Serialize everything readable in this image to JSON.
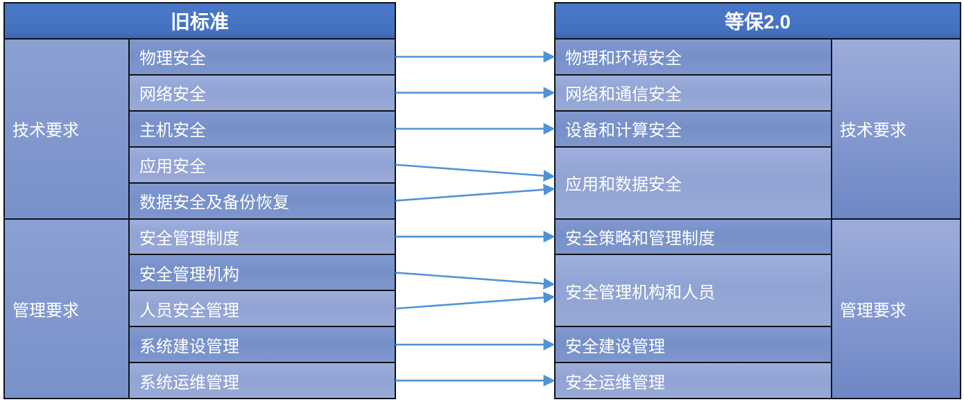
{
  "left_table": {
    "title": "旧标准",
    "groups": [
      {
        "label": "技术要求",
        "items": [
          {
            "label": "物理安全",
            "span": 1
          },
          {
            "label": "网络安全",
            "span": 1
          },
          {
            "label": "主机安全",
            "span": 1
          },
          {
            "label": "应用安全",
            "span": 1
          },
          {
            "label": "数据安全及备份恢复",
            "span": 1
          }
        ]
      },
      {
        "label": "管理要求",
        "items": [
          {
            "label": "安全管理制度",
            "span": 1
          },
          {
            "label": "安全管理机构",
            "span": 1
          },
          {
            "label": "人员安全管理",
            "span": 1
          },
          {
            "label": "系统建设管理",
            "span": 1
          },
          {
            "label": "系统运维管理",
            "span": 1
          }
        ]
      }
    ]
  },
  "right_table": {
    "title": "等保2.0",
    "groups": [
      {
        "label": "技术要求",
        "items": [
          {
            "label": "物理和环境安全",
            "span": 1
          },
          {
            "label": "网络和通信安全",
            "span": 1
          },
          {
            "label": "设备和计算安全",
            "span": 1
          },
          {
            "label": "应用和数据安全",
            "span": 2
          }
        ]
      },
      {
        "label": "管理要求",
        "items": [
          {
            "label": "安全策略和管理制度",
            "span": 1
          },
          {
            "label": "安全管理机构和人员",
            "span": 2
          },
          {
            "label": "安全建设管理",
            "span": 1
          },
          {
            "label": "安全运维管理",
            "span": 1
          }
        ]
      }
    ]
  },
  "mappings": [
    {
      "from": "物理安全",
      "to": "物理和环境安全"
    },
    {
      "from": "网络安全",
      "to": "网络和通信安全"
    },
    {
      "from": "主机安全",
      "to": "设备和计算安全"
    },
    {
      "from": "应用安全",
      "to": "应用和数据安全"
    },
    {
      "from": "数据安全及备份恢复",
      "to": "应用和数据安全"
    },
    {
      "from": "安全管理制度",
      "to": "安全策略和管理制度"
    },
    {
      "from": "安全管理机构",
      "to": "安全管理机构和人员"
    },
    {
      "from": "人员安全管理",
      "to": "安全管理机构和人员"
    },
    {
      "from": "系统建设管理",
      "to": "安全建设管理"
    },
    {
      "from": "系统运维管理",
      "to": "安全运维管理"
    }
  ],
  "colors": {
    "header_bg": "#4472c4",
    "row_dark": "#7b93cb",
    "row_light": "#95a7d6",
    "category_left": "#7f96cc",
    "category_right": "#7a90cc",
    "border": "#0e1118",
    "arrow": "#4f93d7",
    "text": "#ffffff"
  }
}
